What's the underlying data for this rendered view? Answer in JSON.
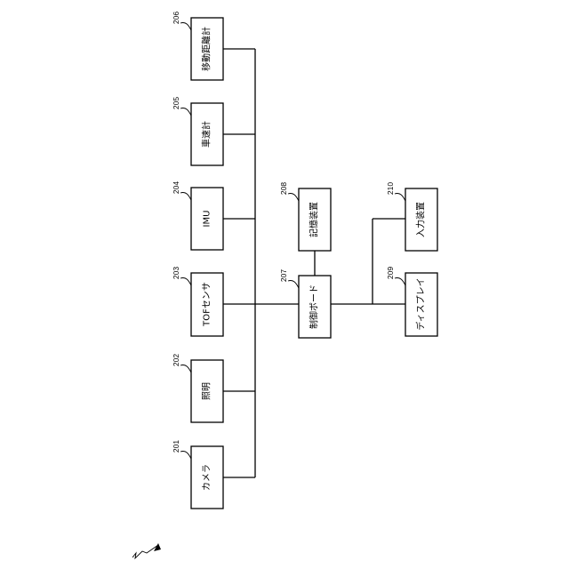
{
  "components": [
    {
      "id": "camera",
      "ref": "201",
      "label": "カメラ"
    },
    {
      "id": "lighting",
      "ref": "202",
      "label": "照明"
    },
    {
      "id": "tof-sensor",
      "ref": "203",
      "label": "TOFセンサ"
    },
    {
      "id": "imu",
      "ref": "204",
      "label": "IMU"
    },
    {
      "id": "speedometer",
      "ref": "205",
      "label": "車速計"
    },
    {
      "id": "odometer",
      "ref": "206",
      "label": "移動距離計"
    },
    {
      "id": "control-board",
      "ref": "207",
      "label": "制御ボード"
    },
    {
      "id": "storage",
      "ref": "208",
      "label": "記憶装置"
    },
    {
      "id": "display",
      "ref": "209",
      "label": "ディスプレイ"
    },
    {
      "id": "input-device",
      "ref": "210",
      "label": "入力装置"
    }
  ]
}
